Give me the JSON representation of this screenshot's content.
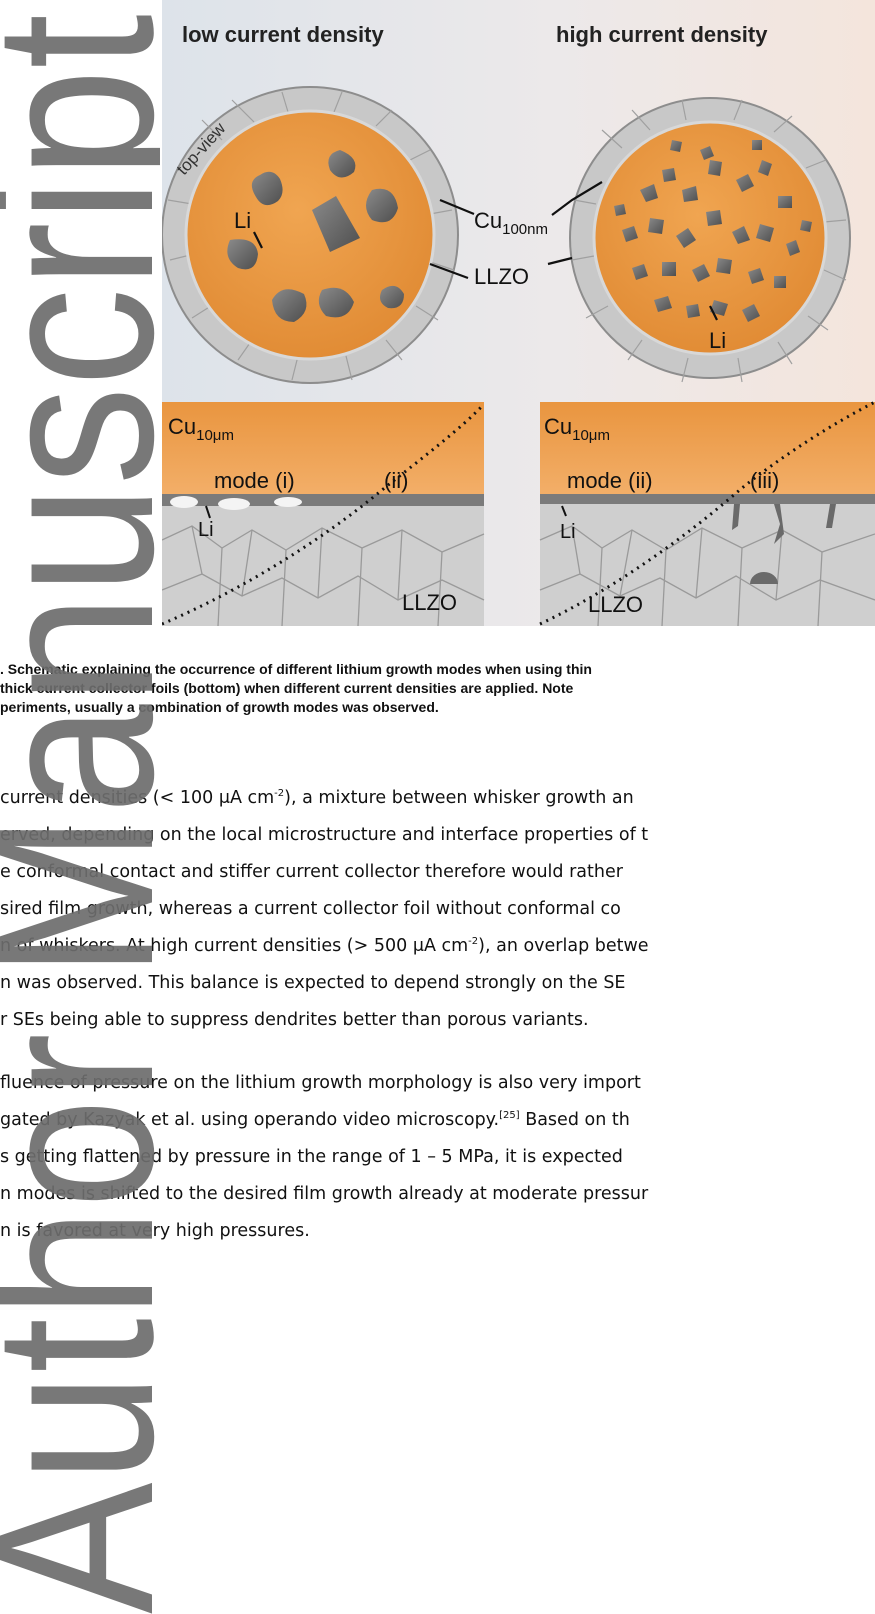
{
  "figure": {
    "panel_left_title": "low current density",
    "panel_right_title": "high current density",
    "top_view_label": "top-view",
    "li_label": "Li",
    "cu_thin_base": "Cu",
    "cu_thin_sub": "100nm",
    "llzo_label": "LLZO",
    "cu_thick_base": "Cu",
    "cu_thick_sub": "10μm",
    "mode_i": "mode (i)",
    "mode_ii_left": "(ii)",
    "mode_ii_right": "mode (ii)",
    "mode_iii": "(iii)",
    "colors": {
      "copper": "#e9953f",
      "llzo": "#c9c9c9",
      "lithium": "#6f6f6f"
    }
  },
  "caption": {
    "line1": ". Schematic explaining the occurrence of different lithium growth modes when using thin",
    "line2": " thick current collector foils (bottom) when different current densities are applied. Note",
    "line3": "periments, usually a combination of growth modes was observed."
  },
  "body": {
    "l1a": " current densities (< 100 μA cm",
    "l1sup": "-2",
    "l1b": "), a mixture between whisker growth an",
    "l2": "erved, depending on the local microstructure and interface properties of t",
    "l3": "e conformal contact and stiffer current collector therefore would rather",
    "l4": "sired film growth, whereas a current collector foil without conformal co",
    "l5a": "n of whiskers. At high current densities (> 500 μA cm",
    "l5sup": "-2",
    "l5b": "), an overlap betwe",
    "l6": "n was observed. This balance is expected to depend strongly on the SE",
    "l7": "r SEs being able to suppress dendrites better than porous variants.",
    "l8": "fluence of pressure on the lithium growth morphology is also very import",
    "l9a": "gated by Kazyak et al. using operando video microscopy.",
    "l9sup": "[25]",
    "l9b": " Based on th",
    "l10": "s getting flattened by pressure in the range of 1 – 5 MPa, it is expected",
    "l11": "n modes is shifted to the desired film growth already at moderate pressur",
    "l12": "n is favored at very high pressures."
  },
  "watermark": {
    "text": "Author Manuscript"
  }
}
